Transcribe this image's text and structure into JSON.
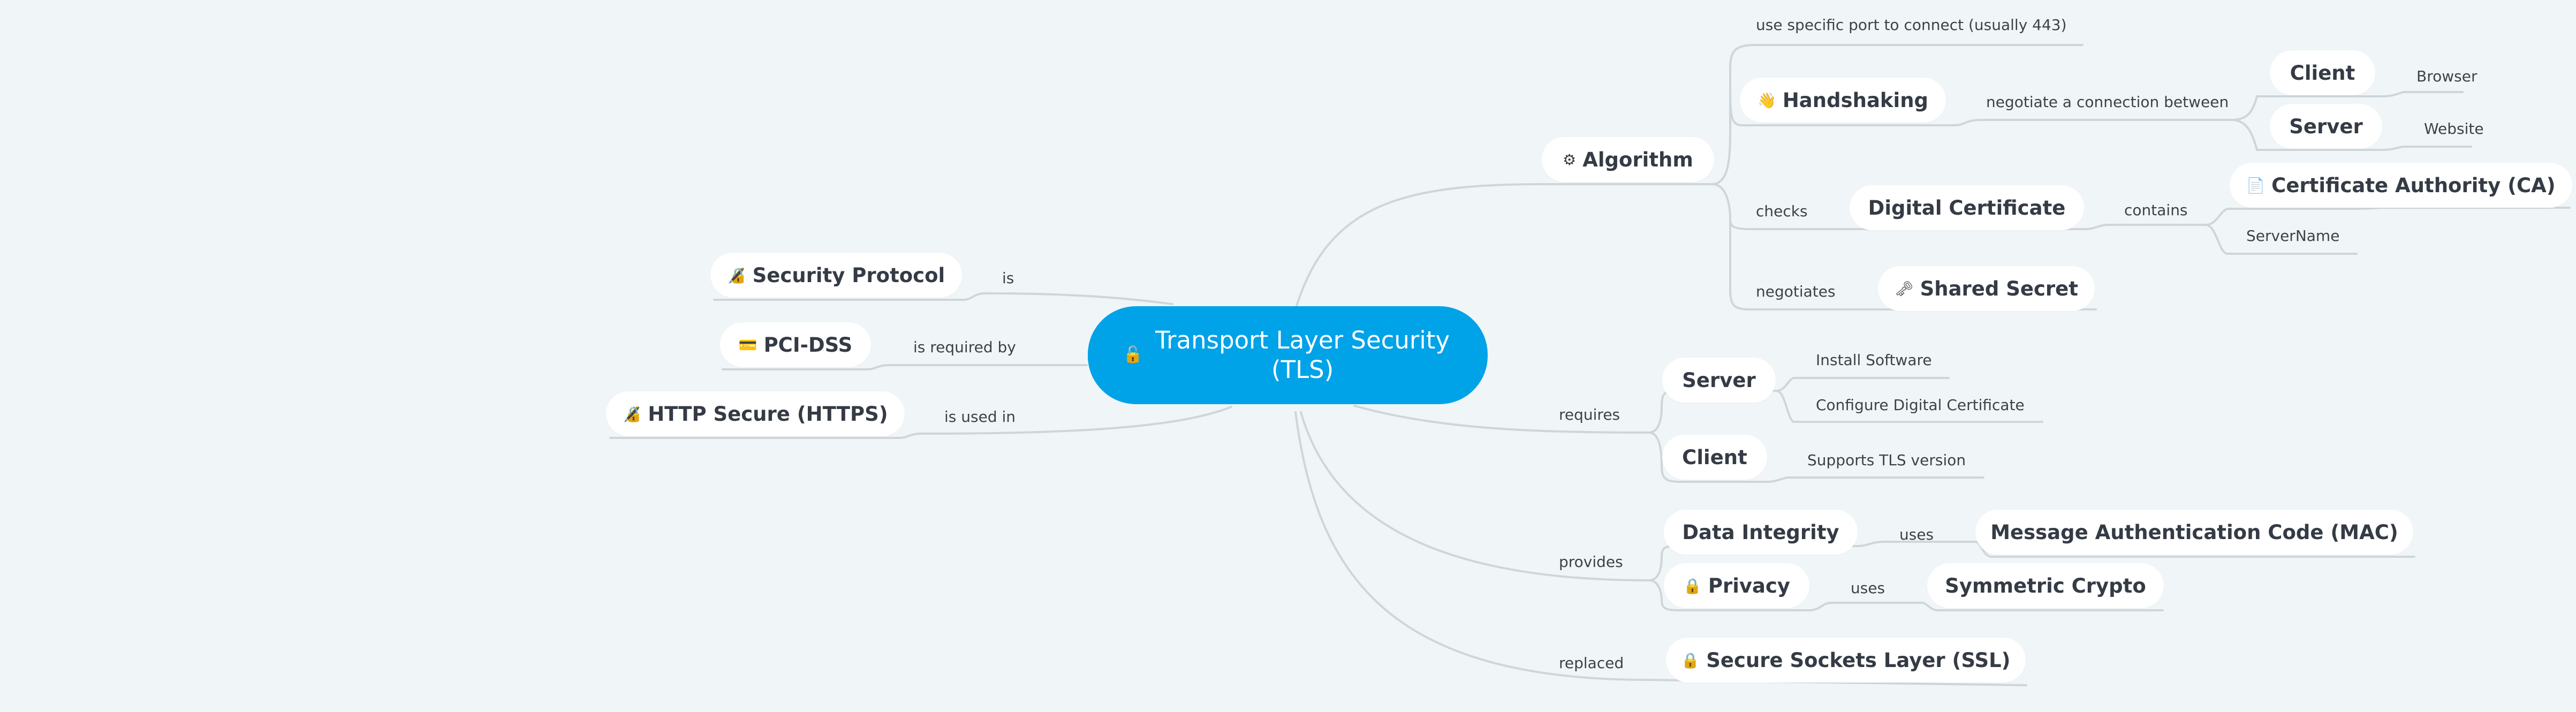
{
  "root": {
    "title": "Transport Layer Security (TLS)",
    "icon": "🔓"
  },
  "nodes": {
    "algorithm": {
      "label": "Algorithm",
      "icon": "⚙"
    },
    "handshaking": {
      "label": "Handshaking",
      "icon": "👋"
    },
    "client_top": {
      "label": "Client"
    },
    "server_top": {
      "label": "Server"
    },
    "digital_certificate": {
      "label": "Digital Certificate"
    },
    "certificate_authority": {
      "label": "Certificate Authority (CA)",
      "icon": "📄"
    },
    "shared_secret": {
      "label": "Shared Secret",
      "icon": "🗝"
    },
    "server_req": {
      "label": "Server"
    },
    "client_req": {
      "label": "Client"
    },
    "data_integrity": {
      "label": "Data Integrity"
    },
    "mac": {
      "label": "Message Authentication Code (MAC)"
    },
    "privacy": {
      "label": "Privacy",
      "icon": "🔒"
    },
    "symmetric_crypto": {
      "label": "Symmetric Crypto"
    },
    "ssl": {
      "label": "Secure Sockets Layer (SSL)",
      "icon": "🔒"
    },
    "security_protocol": {
      "label": "Security Protocol",
      "icon": "🔏"
    },
    "pci_dss": {
      "label": "PCI-DSS",
      "icon": "💳"
    },
    "https": {
      "label": "HTTP Secure (HTTPS)",
      "icon": "🔏"
    }
  },
  "labels": {
    "port": "use specific port to connect (usually 443)",
    "negotiate": "negotiate a connection between",
    "browser": "Browser",
    "website": "Website",
    "checks": "checks",
    "contains": "contains",
    "server_name": "ServerName",
    "negotiates": "negotiates",
    "requires": "requires",
    "install_software": "Install Software",
    "configure_cert": "Configure Digital Certificate",
    "supports_tls": "Supports TLS version",
    "provides": "provides",
    "uses_mac": "uses",
    "uses_sym": "uses",
    "replaced": "replaced",
    "is": "is",
    "is_required_by": "is required by",
    "is_used_in": "is used in"
  },
  "colors": {
    "root": "#00a2e8",
    "background": "#f0f5f7",
    "line": "#cfd6da",
    "node": "#ffffff"
  }
}
